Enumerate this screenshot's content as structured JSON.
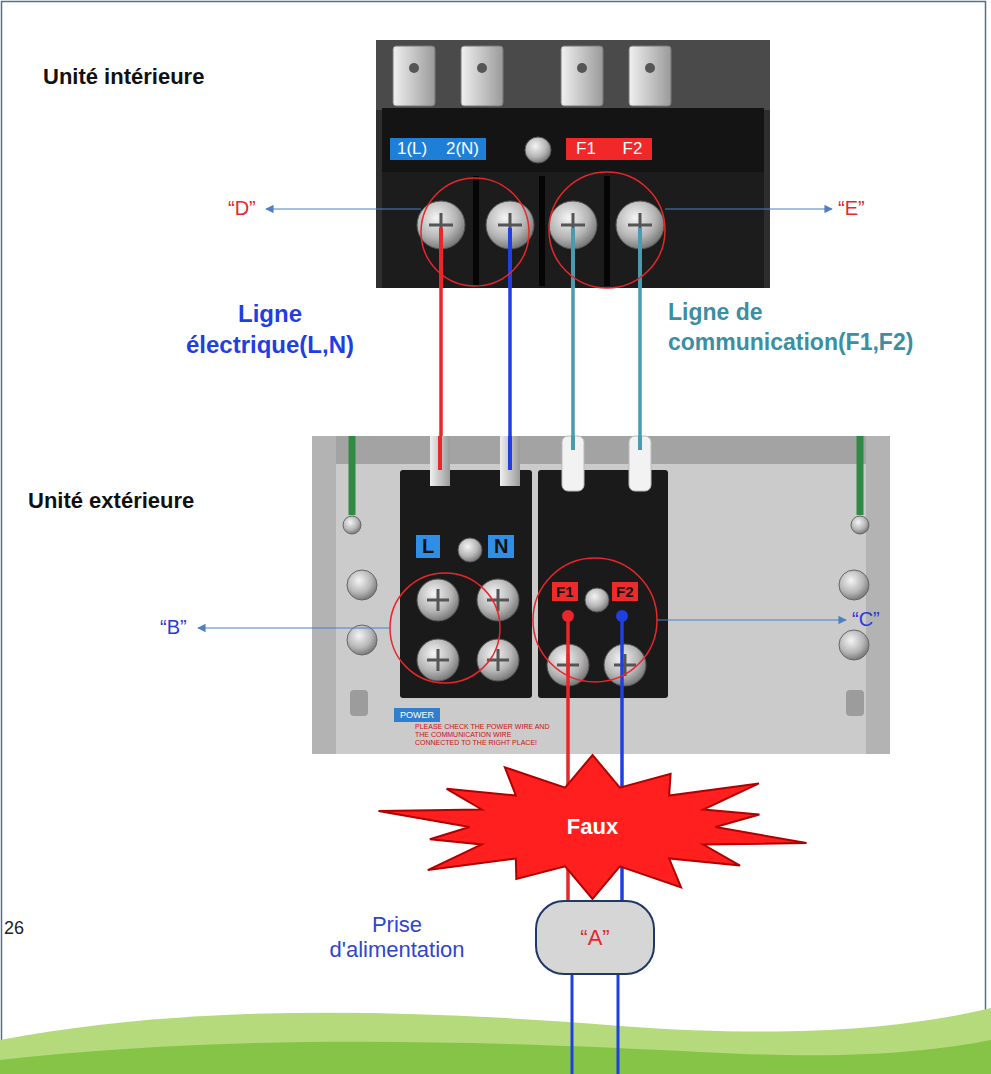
{
  "diagram": {
    "nodes": [
      {
        "text": [
          "1(L) 2(N)",
          "F1 F2"
        ]
      },
      {
        "text": [
          "L",
          "N",
          "F1",
          "F2",
          "POWER",
          "PLEASE CHECK THE POWER WIRE AND THE COMMUNICATION WIRE CONNECTED TO THE RIGHT PLACE!"
        ]
      },
      {
        "text": [
          "Faux"
        ]
      },
      {
        "text": [
          "“A”"
        ]
      }
    ],
    "edges": [
      {
        "from": 0,
        "to": 1,
        "arrow": "none",
        "label": "Ligne électrique(L,N)"
      },
      {
        "from": 0,
        "to": 1,
        "arrow": "none"
      },
      {
        "from": 0,
        "to": 1,
        "arrow": "none",
        "label": "Ligne de communication(F1,F2)"
      },
      {
        "from": 0,
        "to": 1,
        "arrow": "none"
      },
      {
        "from": 3,
        "to": 1,
        "arrow": "none"
      },
      {
        "from": 3,
        "to": 1,
        "arrow": "none"
      }
    ],
    "labels": [
      "Unité intérieure",
      "Unité extérieure",
      "“D”",
      "“E”",
      "“B”",
      "“C”",
      "Prise d'alimentation",
      "26"
    ]
  }
}
